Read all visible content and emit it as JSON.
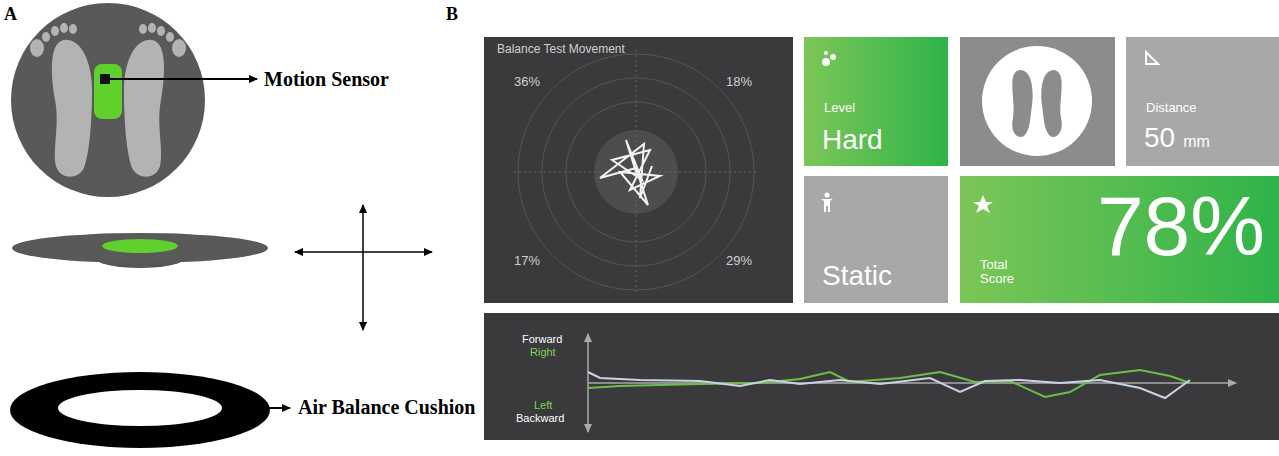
{
  "diagram": {
    "nodes": [
      {
        "text": [
          "Balance Test Movement",
          "36%",
          "18%",
          "17%",
          "29%"
        ]
      },
      {
        "text": [
          "Level",
          "Hard"
        ]
      },
      {
        "text": [
          "Distance",
          "50",
          "mm"
        ]
      },
      {
        "text": [
          "Static"
        ]
      },
      {
        "text": [
          "Total Score",
          "78%"
        ]
      },
      {
        "text": [
          "Forward",
          "Right",
          "Left",
          "Backward"
        ]
      }
    ],
    "labels": [
      "A",
      "B",
      "Motion Sensor",
      "Air Balance Cushion"
    ]
  }
}
